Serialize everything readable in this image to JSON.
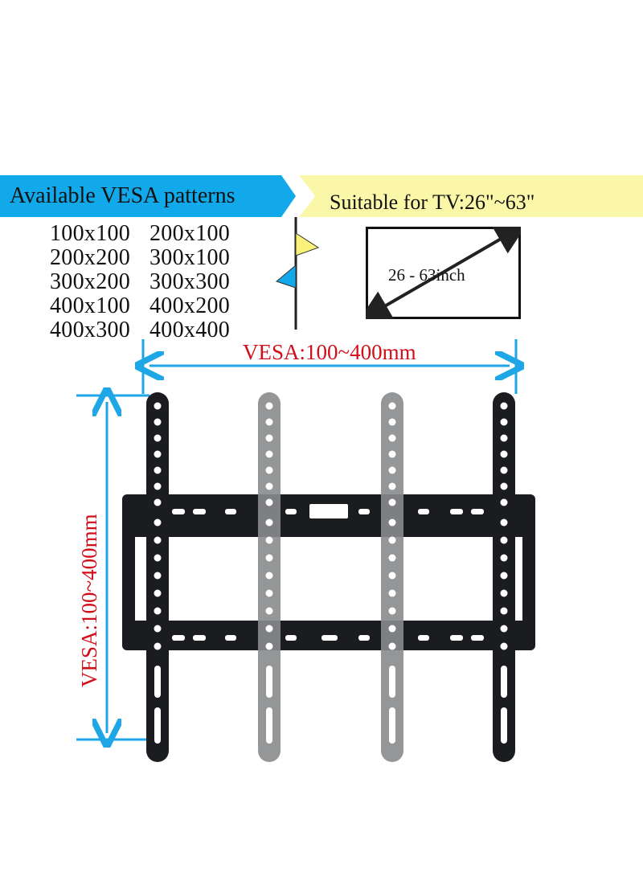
{
  "header": {
    "left_banner": "Available VESA patterns",
    "right_banner": "Suitable for TV:26\"~63\""
  },
  "patterns": [
    [
      "100x100",
      "200x100"
    ],
    [
      "200x200",
      "300x100"
    ],
    [
      "300x200",
      "300x300"
    ],
    [
      "400x100",
      "400x200"
    ],
    [
      "400x300",
      "400x400"
    ]
  ],
  "tv_size_label": "26 - 63inch",
  "dimensions": {
    "horizontal": "VESA:100~400mm",
    "vertical": "VESA:100~400mm"
  },
  "colors": {
    "banner_blue": "#12a9ea",
    "banner_yellow": "#fbf7a8",
    "dimension_text": "#d10f1a",
    "arrow_blue": "#1ea6e6",
    "bracket_black": "#1b1c1f",
    "bracket_gray": "#8a8b8d"
  },
  "icons": [
    "double-arrow-icon",
    "wall-mount-bracket-image"
  ]
}
